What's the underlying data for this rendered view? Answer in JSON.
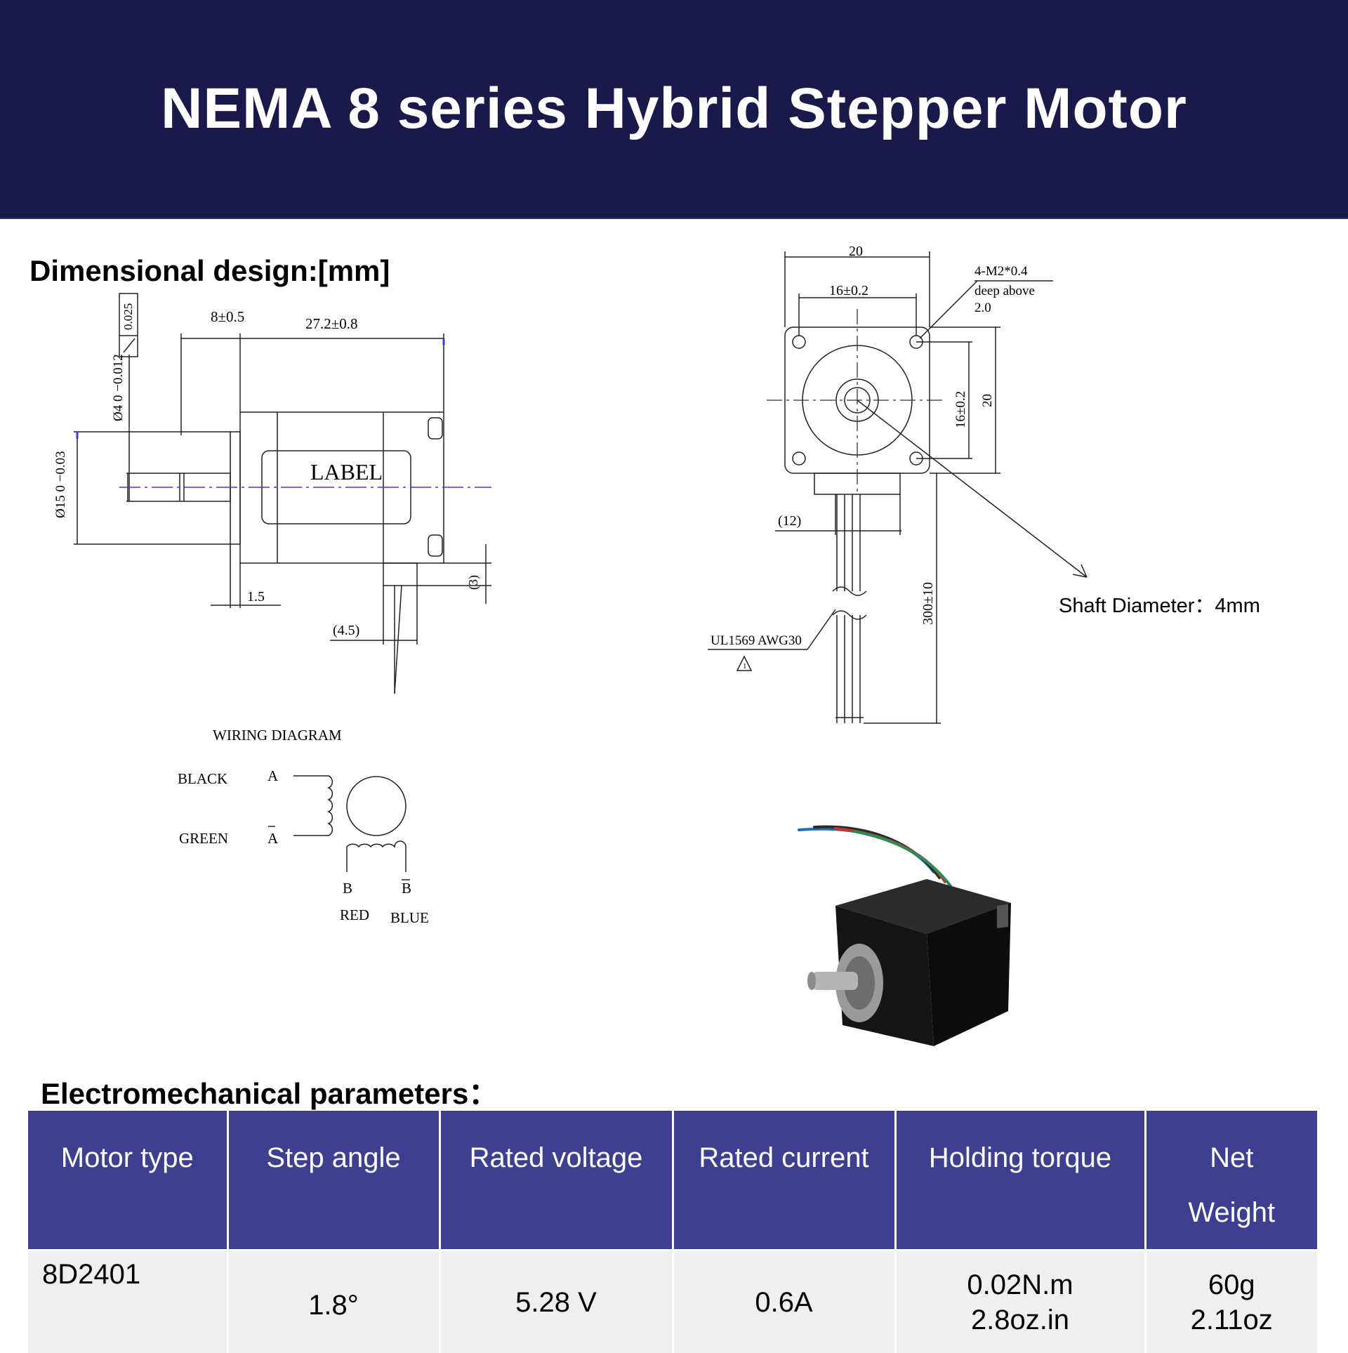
{
  "header": {
    "title": "NEMA 8 series Hybrid Stepper Motor"
  },
  "sections": {
    "dimensional": "Dimensional design:[mm]",
    "electromechanical": "Electromechanical parameters："
  },
  "side_view": {
    "dim_8": "8±0.5",
    "dim_27": "27.2±0.8",
    "tol_025": "0.025",
    "shaft_dia": "Ø4 0 −0.012",
    "pilot_dia": "Ø15 0 −0.03",
    "label": "LABEL",
    "dim_1_5": "1.5",
    "dim_3": "(3)",
    "dim_4_5": "(4.5)"
  },
  "front_view": {
    "dim_20_top": "20",
    "dim_16_top": "16±0.2",
    "thread_line1": "4-M2*0.4",
    "thread_line2": "deep above",
    "thread_line3": "2.0",
    "dim_16_side": "16±0.2",
    "dim_20_side": "20",
    "dim_12": "(12)",
    "dim_300": "300±10",
    "wire_spec": "UL1569 AWG30",
    "shaft_note": "Shaft Diameter：4mm"
  },
  "wiring": {
    "title": "WIRING DIAGRAM",
    "black": "BLACK",
    "green": "GREEN",
    "red": "RED",
    "blue": "BLUE",
    "a": "A",
    "a_bar": "A",
    "b": "B",
    "b_bar": "B"
  },
  "table": {
    "headers": [
      "Motor type",
      "Step angle",
      "Rated voltage",
      "Rated current",
      "Holding torque",
      "Net Weight"
    ],
    "net_weight_line1": "Net",
    "net_weight_line2": "Weight",
    "row": {
      "motor_type": "8D2401",
      "step_angle": "1.8°",
      "rated_voltage": "5.28 V",
      "rated_current": "0.6A",
      "torque_line1": "0.02N.m",
      "torque_line2": "2.8oz.in",
      "weight_line1": "60g",
      "weight_line2": "2.11oz"
    }
  },
  "colors": {
    "header_bg": "#1a1a4a",
    "table_header_bg": "#3f3f8f",
    "table_row_bg": "#efefef"
  }
}
